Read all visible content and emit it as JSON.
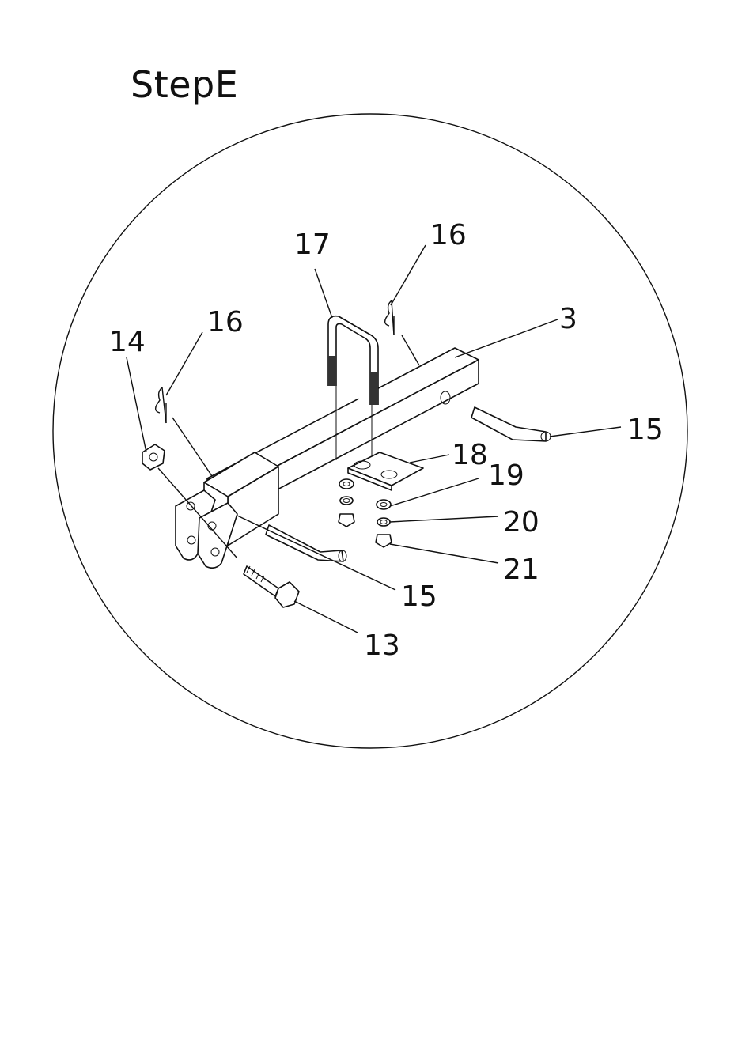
{
  "title": "StepE",
  "callouts": {
    "c17": "17",
    "c16a": "16",
    "c16b": "16",
    "c14": "14",
    "c3": "3",
    "c15a": "15",
    "c18": "18",
    "c19": "19",
    "c20": "20",
    "c21": "21",
    "c15b": "15",
    "c13": "13"
  }
}
